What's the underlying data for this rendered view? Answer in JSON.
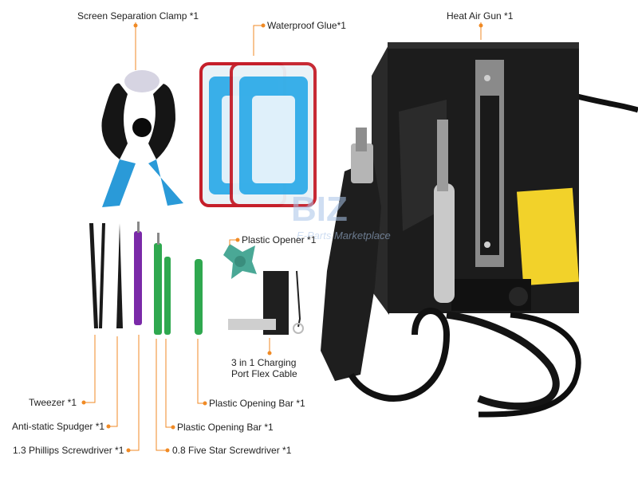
{
  "labels": {
    "clamp": "Screen Separation Clamp *1",
    "glue": "Waterproof Glue*1",
    "heat_gun": "Heat Air Gun *1",
    "plastic_opener": "Plastic Opener *1",
    "flex_cable_line1": "3 in 1 Charging",
    "flex_cable_line2": "Port Flex Cable",
    "tweezer": "Tweezer *1",
    "spudger": "Anti-static Spudger *1",
    "phillips": "1.3 Phillips Screwdriver *1",
    "five_star": "0.8 Five Star Screwdriver *1",
    "opening_bar_a": "Plastic Opening Bar *1",
    "opening_bar_b": "Plastic Opening Bar *1"
  },
  "watermark": {
    "brand": "BIZ",
    "tagline": "E-Parts Marketplace"
  },
  "colors": {
    "callout": "#f08a24",
    "glue_blue": "#1aa3e6",
    "clamp_blue": "#2a9ad8",
    "station_black": "#1a1a1a",
    "tool_green": "#2fa84f",
    "tool_purple": "#7a2aa8"
  }
}
